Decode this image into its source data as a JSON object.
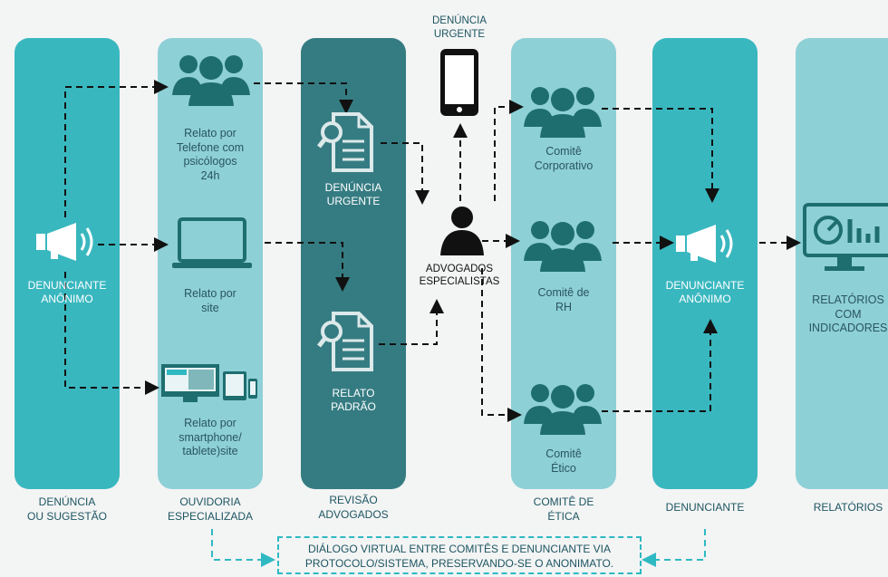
{
  "colors": {
    "teal": "#39b7bf",
    "light_teal": "#8dd0d6",
    "dark_teal": "#357c82",
    "text_dark": "#1d5561",
    "icon_dark": "#1e6e70"
  },
  "columns": {
    "denuncia": {
      "label": "DENÚNCIA\nOU SUGESTÃO",
      "text": "DENUNCIANTE\nANÔNIMO",
      "icon": "megaphone-icon"
    },
    "ouvidoria": {
      "label": "OUVIDORIA\nESPECIALIZADA",
      "items": [
        {
          "text": "Relato por\nTelefone com\npsicólogos\n24h",
          "icon": "people-group-icon"
        },
        {
          "text": "Relato por\nsite",
          "icon": "laptop-icon"
        },
        {
          "text": "Relato por\nsmartphone/\ntablete)site",
          "icon": "devices-icon"
        }
      ]
    },
    "revisao": {
      "label": "REVISÃO\nADVOGADOS",
      "items": [
        {
          "text": "DENÚNCIA\nURGENTE",
          "icon": "document-search-icon"
        },
        {
          "text": "RELATO\nPADRÃO",
          "icon": "document-search-icon"
        }
      ]
    },
    "advogados": {
      "text": "ADVOGADOS\nESPECIALISTAS",
      "icon": "person-icon",
      "urgent_text": "DENÚNCIA\nURGENTE",
      "urgent_icon": "smartphone-icon"
    },
    "comite": {
      "label": "COMITÊ DE\nÉTICA",
      "items": [
        {
          "text": "Comitê\nCorporativo",
          "icon": "people-group-icon"
        },
        {
          "text": "Comitê de\nRH",
          "icon": "people-group-icon"
        },
        {
          "text": "Comitê\nÉtico",
          "icon": "people-group-icon"
        }
      ]
    },
    "denunciante": {
      "label": "DENUNCIANTE",
      "text": "DENUNCIANTE\nANÔNIMO",
      "icon": "megaphone-icon"
    },
    "relatorios": {
      "label": "RELATÓRIOS",
      "text": "RELATÓRIOS\nCOM\nINDICADORES",
      "icon": "monitor-chart-icon"
    }
  },
  "bottom_note": "DIÁLOGO VIRTUAL ENTRE COMITÊS E DENUNCIANTE  VIA\nPROTOCOLO/SISTEMA, PRESERVANDO-SE O ANONIMATO."
}
